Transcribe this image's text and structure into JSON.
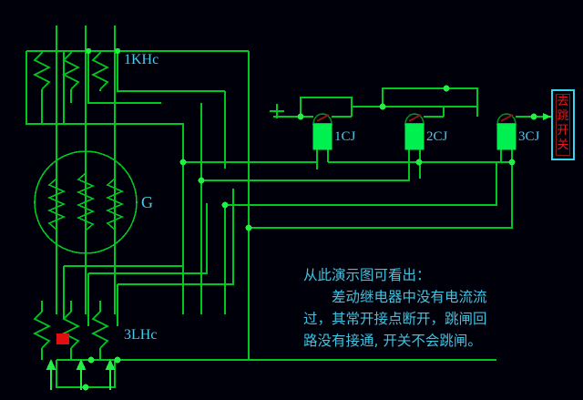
{
  "diagram": {
    "title_text": "",
    "background_color": "#00000a",
    "wire_color": "#00c81e",
    "node_color": "#22ee44",
    "label_color": "#4ec9e8",
    "relay_fill_color": "#00f050",
    "alarm_color": "#e81919",
    "box_border_color": "#36d8ef"
  },
  "labels": {
    "ct_top": "1KHc",
    "ct_bottom": "3LHc",
    "generator": "G",
    "supply_plus": "+"
  },
  "relays": [
    {
      "id": "relay-1",
      "label": "1CJ"
    },
    {
      "id": "relay-2",
      "label": "2CJ"
    },
    {
      "id": "relay-3",
      "label": "3CJ"
    }
  ],
  "trip_box": {
    "characters": [
      "去",
      "跳",
      "开",
      "关"
    ],
    "full_text": "去跳开关"
  },
  "note": {
    "line1": "从此演示图可看出：",
    "line2": "差动继电器中没有电流流",
    "line3": "过，其常开接点断开，跳闸回",
    "line4": "路没有接通, 开关不会跳闸。"
  },
  "markers": {
    "fault_marker": "red-square",
    "current_arrows": 3
  }
}
